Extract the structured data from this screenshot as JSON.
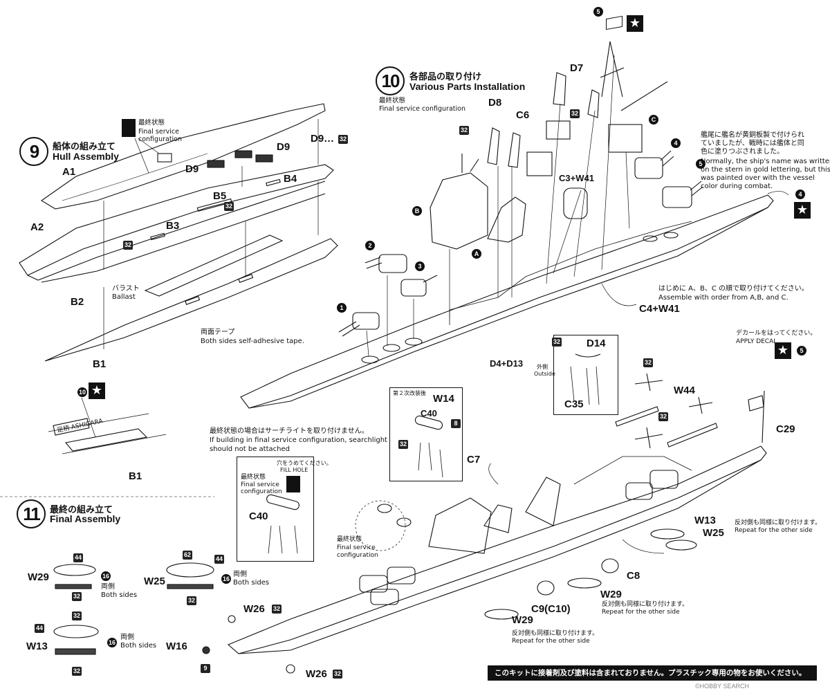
{
  "step9": {
    "num": "9",
    "title_jp": "船体の組み立て",
    "title_en": "Hull Assembly",
    "final_jp": "最終状態",
    "final_en1": "Final service",
    "final_en2": "configuration",
    "parts": {
      "A1": "A1",
      "A2": "A2",
      "B1": "B1",
      "B2": "B2",
      "B3": "B3",
      "B4": "B4",
      "B5": "B5",
      "D9a": "D9",
      "D9b": "D9",
      "D9dots": "D9…"
    },
    "ballast_jp": "バラスト",
    "ballast_en": "Ballast",
    "tape_jp": "両面テープ",
    "tape_en": "Both sides self-adhesive tape.",
    "decal_num": "10",
    "nameplate": "足柄 ASHIGARA",
    "b1_bottom": "B1"
  },
  "step10": {
    "num": "10",
    "title_jp": "各部品の取り付け",
    "title_en": "Various Parts Installation",
    "final_jp": "最終状態",
    "final_en": "Final service configuration",
    "parts": {
      "D7": "D7",
      "D8": "D8",
      "C6": "C6",
      "C3W41": "C3+W41",
      "C4W41": "C4+W41"
    },
    "markers": {
      "m5": "5",
      "mC": "C",
      "m4": "4",
      "m5b": "5",
      "mB": "B",
      "m2": "2",
      "m3": "3",
      "mA": "A",
      "m1": "1"
    },
    "stern_note_jp1": "艦尾に艦名が黄銅板製で付けられ",
    "stern_note_jp2": "ていましたが、戦時には艦体と同",
    "stern_note_jp3": "色に塗りつぶされました。",
    "stern_note_en1": "Normally, the ship's name was written",
    "stern_note_en2": "on the stern in gold lettering, but this",
    "stern_note_en3": "was painted over with the vessel",
    "stern_note_en4": "color during combat.",
    "order_jp": "はじめに A、B、C の順で取り付けてください。",
    "order_en": "Assemble with order from A,B, and C."
  },
  "step11": {
    "num": "11",
    "title_jp": "最終の組み立て",
    "title_en": "Final Assembly",
    "decal_jp": "デカールをはってください。",
    "decal_en": "APPLY DECAL",
    "parts": {
      "D14": "D14",
      "D4D13": "D4+D13",
      "C35": "C35",
      "W44": "W44",
      "C29": "C29",
      "W14": "W14",
      "C40a": "C40",
      "C40b": "C40",
      "C7": "C7",
      "C8": "C8",
      "W13a": "W13",
      "W25a": "W25",
      "W29a": "W29",
      "W29b": "W29",
      "C9": "C9(C10)",
      "W26a": "W26",
      "W26b": "W26",
      "W16": "W16",
      "W29c": "W29",
      "W25c": "W25",
      "W13c": "W13"
    },
    "outside_jp": "外側",
    "outside_en": "Outside",
    "refit_jp": "第２次改装後",
    "searchlight_jp": "最終状態の場合はサーチライトを取り付けません。",
    "searchlight_en1": "If building in final service configuration, searchlight",
    "searchlight_en2": "should not be attached",
    "hole_jp": "穴をうめてください。",
    "hole_en": "FILL HOLE",
    "final_jp": "最終状態",
    "final_en1": "Final service",
    "final_en2": "configuration",
    "repeat_jp": "反対側も同様に取り付けます。",
    "repeat_en": "Repeat for the other side",
    "both_jp": "両側",
    "both_en": "Both sides",
    "num9": "9"
  },
  "badges": {
    "b32": "32",
    "b8": "8",
    "b44": "44",
    "b62": "62",
    "b16": "16"
  },
  "footer": "このキットに接着剤及び塗料は含まれておりません。プラスチック専用の物をお使いください。",
  "watermark": "©HOBBY SEARCH"
}
